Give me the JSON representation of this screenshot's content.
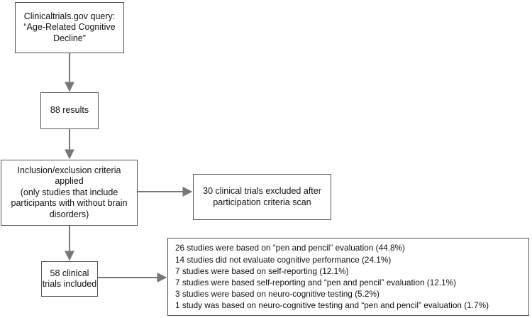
{
  "diagram": {
    "query_box": {
      "lines": [
        "Clinicaltrials.gov query:",
        "“Age-Related Cognitive",
        "Decline”"
      ]
    },
    "results_box": {
      "lines": [
        "88 results"
      ]
    },
    "criteria_box": {
      "lines": [
        "Inclusion/exclusion criteria",
        "applied",
        "(only studies that include",
        "participants with without brain",
        "disorders)"
      ]
    },
    "excluded_box": {
      "lines": [
        "30 clinical trials excluded after",
        "participation criteria scan"
      ]
    },
    "included_box": {
      "lines": [
        "58 clinical",
        "trials included"
      ]
    },
    "breakdown_box": {
      "lines": [
        "26 studies were based on “pen and pencil” evaluation (44.8%)",
        "14 studies did not evaluate cognitive performance (24.1%)",
        "7 studies were based on self-reporting (12.1%)",
        "7 studies were based self-reporting and “pen and pencil” evaluation (12.1%)",
        "3 studies were based on neuro-cognitive testing (5.2%)",
        "1 study was based on neuro-cognitive testing and “pen and pencil” evaluation (1.7%)"
      ]
    },
    "colors": {
      "arrow": "#777777",
      "border": "#555555",
      "text": "#111111"
    }
  }
}
